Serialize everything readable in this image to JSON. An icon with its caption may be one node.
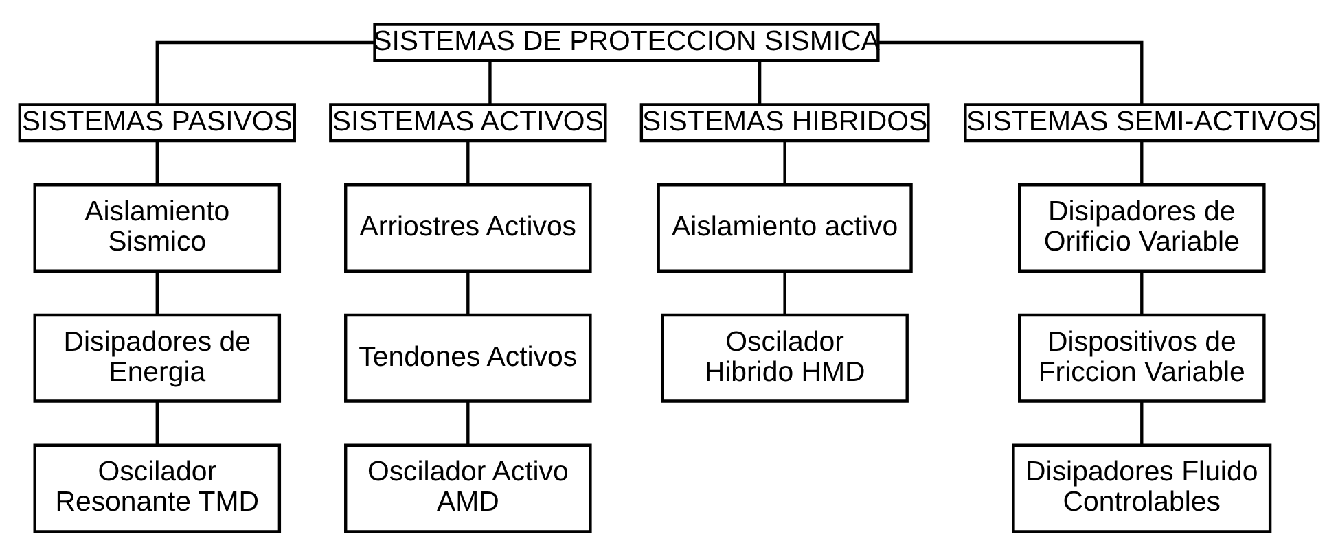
{
  "diagram": {
    "nodes": [
      {
        "text": [
          "SISTEMAS DE PROTECCION SISMICA"
        ]
      },
      {
        "text": [
          "SISTEMAS PASIVOS"
        ]
      },
      {
        "text": [
          "SISTEMAS ACTIVOS"
        ]
      },
      {
        "text": [
          "SISTEMAS HIBRIDOS"
        ]
      },
      {
        "text": [
          "SISTEMAS SEMI-ACTIVOS"
        ]
      },
      {
        "text": [
          "Aislamiento Sismico"
        ]
      },
      {
        "text": [
          "Arriostres Activos"
        ]
      },
      {
        "text": [
          "Aislamiento activo"
        ]
      },
      {
        "text": [
          "Disipadores de Orificio Variable"
        ]
      },
      {
        "text": [
          "Disipadores de Energia"
        ]
      },
      {
        "text": [
          "Tendones Activos"
        ]
      },
      {
        "text": [
          "Oscilador Hibrido HMD"
        ]
      },
      {
        "text": [
          "Dispositivos de Friccion Variable"
        ]
      },
      {
        "text": [
          "Oscilador Resonante TMD"
        ]
      },
      {
        "text": [
          "Oscilador Activo AMD"
        ]
      },
      {
        "text": [
          "Disipadores Fluido Controlables"
        ]
      }
    ],
    "edges": [
      {
        "from": 0,
        "to": 1,
        "arrow": "none"
      },
      {
        "from": 0,
        "to": 2,
        "arrow": "none"
      },
      {
        "from": 0,
        "to": 3,
        "arrow": "none"
      },
      {
        "from": 0,
        "to": 4,
        "arrow": "none"
      },
      {
        "from": 1,
        "to": 5,
        "arrow": "none"
      },
      {
        "from": 5,
        "to": 9,
        "arrow": "none"
      },
      {
        "from": 9,
        "to": 13,
        "arrow": "none"
      },
      {
        "from": 2,
        "to": 6,
        "arrow": "none"
      },
      {
        "from": 6,
        "to": 10,
        "arrow": "none"
      },
      {
        "from": 10,
        "to": 14,
        "arrow": "none"
      },
      {
        "from": 3,
        "to": 7,
        "arrow": "none"
      },
      {
        "from": 7,
        "to": 11,
        "arrow": "none"
      },
      {
        "from": 4,
        "to": 8,
        "arrow": "none"
      },
      {
        "from": 8,
        "to": 12,
        "arrow": "none"
      },
      {
        "from": 12,
        "to": 15,
        "arrow": "none"
      }
    ]
  }
}
